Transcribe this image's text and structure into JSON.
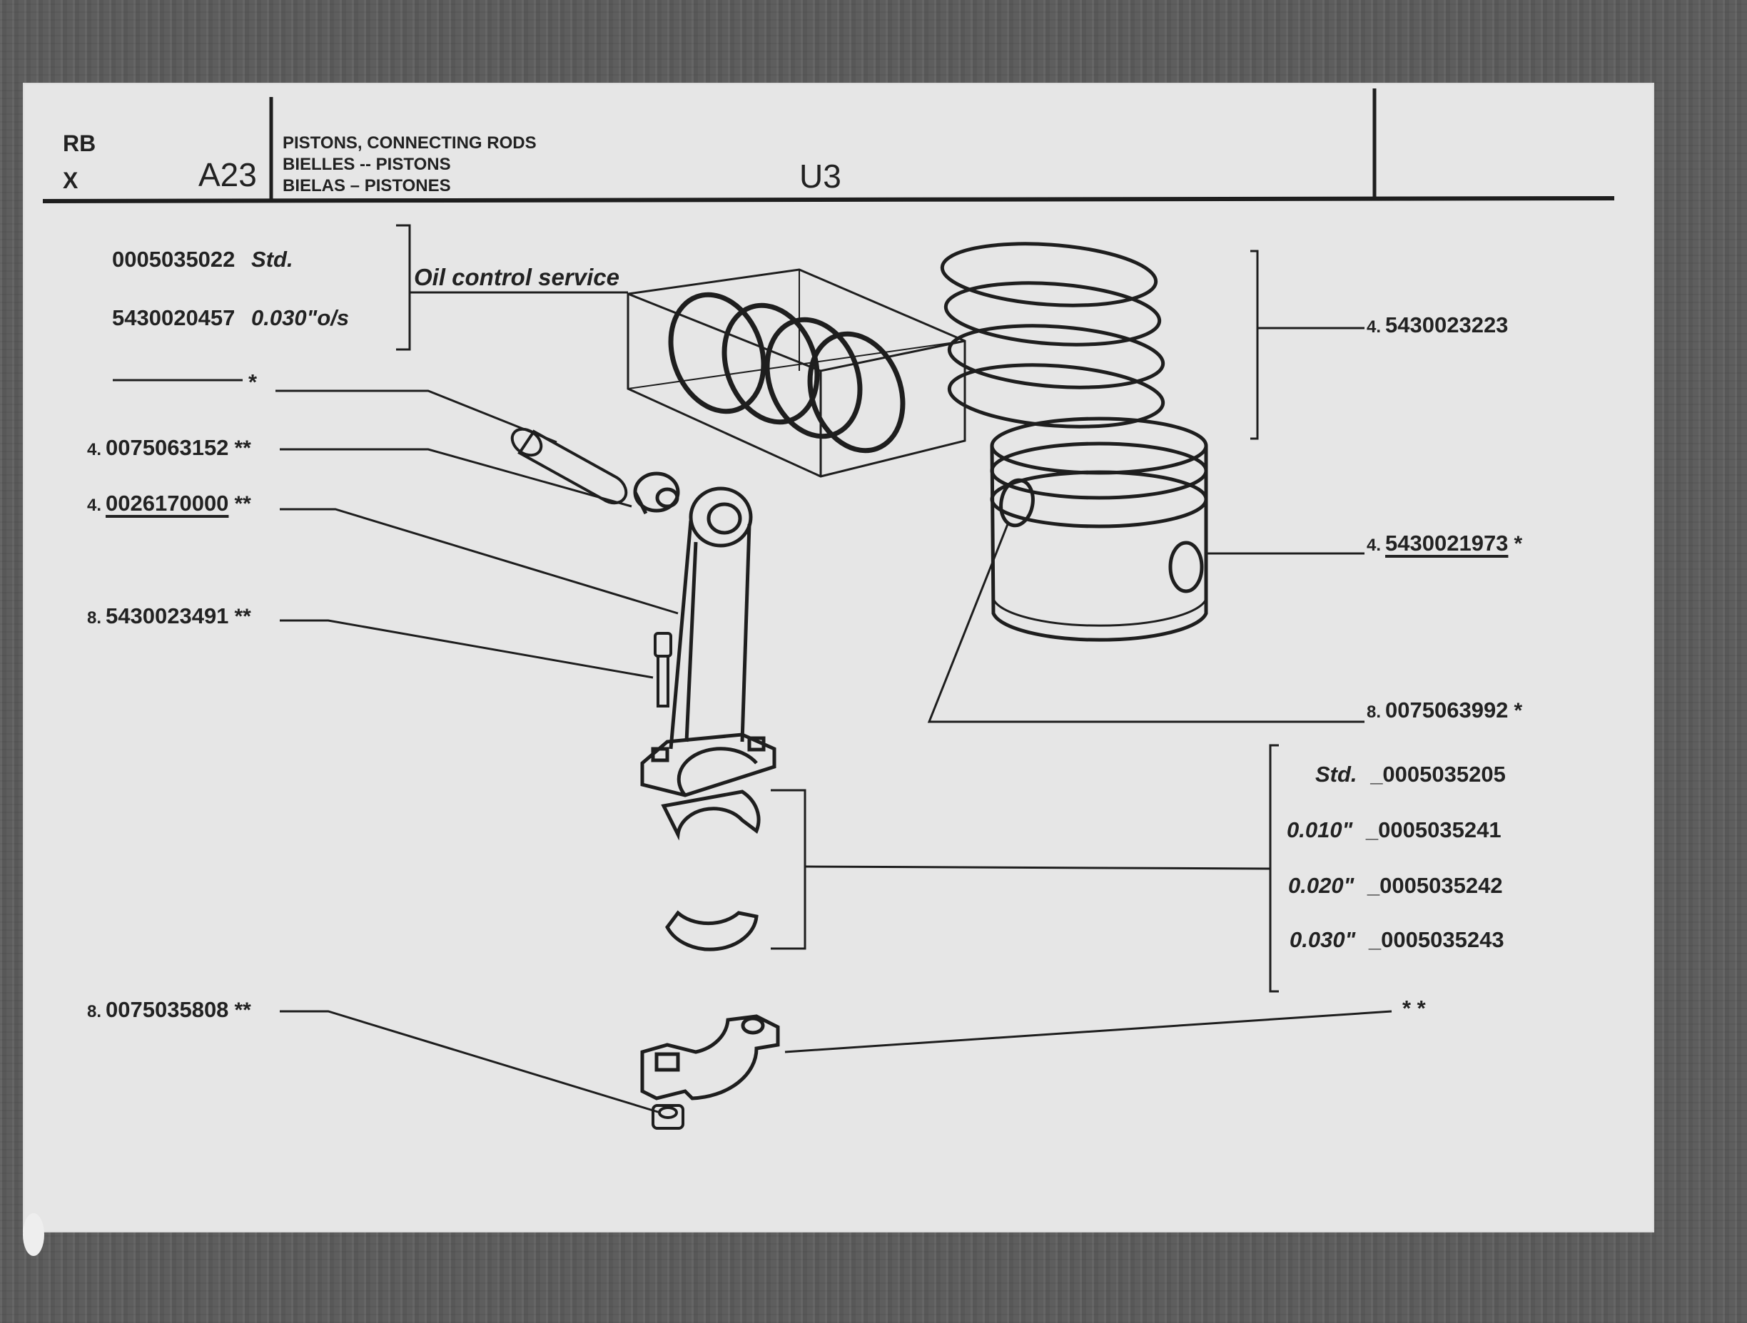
{
  "header": {
    "model": "RB",
    "variant": "X",
    "group_code": "A23",
    "title_lines": [
      "PISTONS, CONNECTING RODS",
      "BIELLES -- PISTONS",
      "BIELAS – PISTONES"
    ],
    "section": "U3"
  },
  "oil_control": {
    "note": "Oil control service",
    "items": [
      {
        "part": "0005035022",
        "spec": "Std."
      },
      {
        "part": "5430020457",
        "spec": "0.030\"o/s"
      }
    ]
  },
  "left_callouts": {
    "blank_marker": "*",
    "items": [
      {
        "qty": "4.",
        "part": "0075063152",
        "marker": "**"
      },
      {
        "qty": "4.",
        "part": "0026170000",
        "marker": "**"
      },
      {
        "qty": "8.",
        "part": "5430023491",
        "marker": "**"
      },
      {
        "qty": "8.",
        "part": "0075035808",
        "marker": "**"
      }
    ]
  },
  "right_callouts": {
    "items": [
      {
        "qty": "4.",
        "part": "5430023223",
        "marker": ""
      },
      {
        "qty": "4.",
        "part": "5430021973",
        "marker": "*"
      },
      {
        "qty": "8.",
        "part": "0075063992",
        "marker": "*"
      }
    ],
    "bearing_shells": [
      {
        "spec": "Std.",
        "part": "_0005035205"
      },
      {
        "spec": "0.010\"",
        "part": "_0005035241"
      },
      {
        "spec": "0.020\"",
        "part": "_0005035242"
      },
      {
        "spec": "0.030\"",
        "part": "_0005035243"
      }
    ],
    "cap_marker": "* *"
  }
}
